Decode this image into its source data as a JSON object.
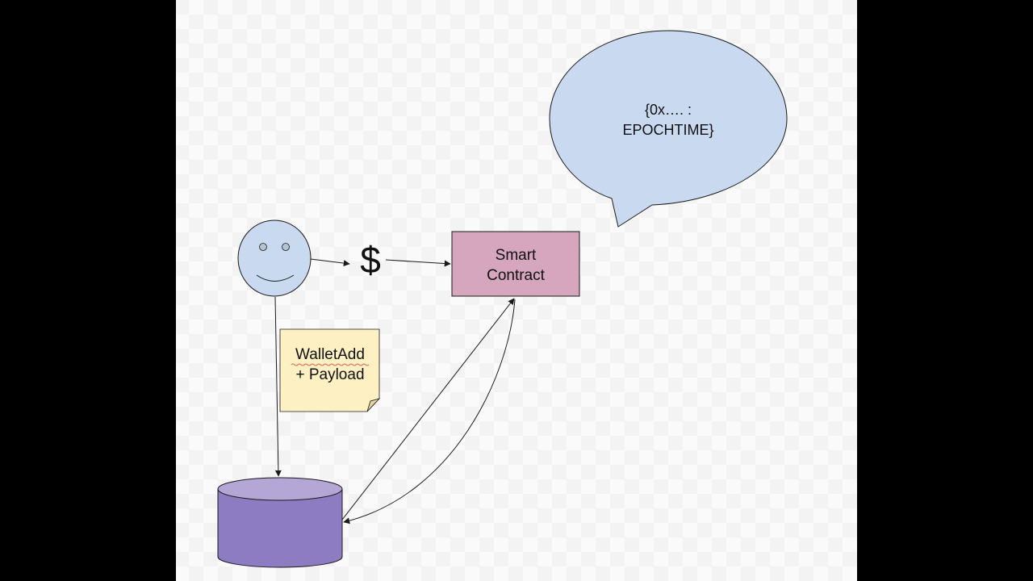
{
  "diagram": {
    "speech_bubble": {
      "line1": "{0x…. :",
      "line2": "EPOCHTIME}"
    },
    "currency_symbol": "$",
    "smart_contract": {
      "line1": "Smart",
      "line2": "Contract"
    },
    "note": {
      "line1": "WalletAdd",
      "line2": "+ Payload"
    }
  },
  "colors": {
    "page_background": "#000000",
    "canvas_background": "#fafafa",
    "bubble_fill": "#c9daf0",
    "user_fill": "#c9daf0",
    "contract_fill": "#d5a6bd",
    "note_fill": "#fdf0c2",
    "database_fill": "#8e7cc3",
    "database_top_fill": "#b4a7d6",
    "stroke": "#1a1a1a"
  }
}
